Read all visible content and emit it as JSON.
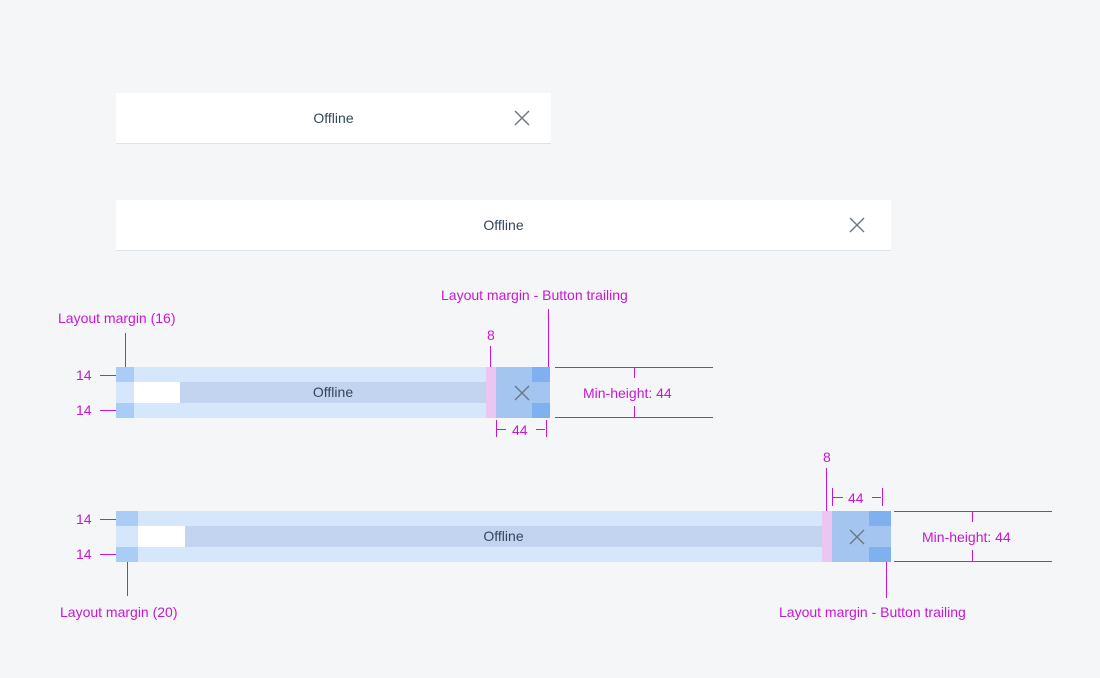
{
  "colors": {
    "background": "#f5f6f7",
    "banner": "#ffffff",
    "text": "#32475b",
    "icon": "#6a7783",
    "annotation": "#c817d1",
    "margin_band": "#d6e6fb",
    "margin_corner": "#a9cdf6",
    "content_band": "#c3d4f1",
    "button_area": "#a5c5f1",
    "button_edge": "#7fb1f0",
    "spacing_8": "#ecc6f2"
  },
  "banner_small": {
    "text": "Offline",
    "close_icon": "close-icon"
  },
  "banner_large": {
    "text": "Offline",
    "close_icon": "close-icon"
  },
  "spec_small": {
    "text": "Offline",
    "top_padding": "14",
    "bottom_padding": "14",
    "layout_margin": "Layout margin (16)",
    "spacing": "8",
    "button_trailing": "Layout margin - Button trailing",
    "button_width": "44",
    "min_height": "Min-height: 44"
  },
  "spec_large": {
    "text": "Offline",
    "top_padding": "14",
    "bottom_padding": "14",
    "layout_margin": "Layout margin (20)",
    "spacing": "8",
    "button_trailing": "Layout margin - Button trailing",
    "button_width": "44",
    "min_height": "Min-height: 44"
  }
}
